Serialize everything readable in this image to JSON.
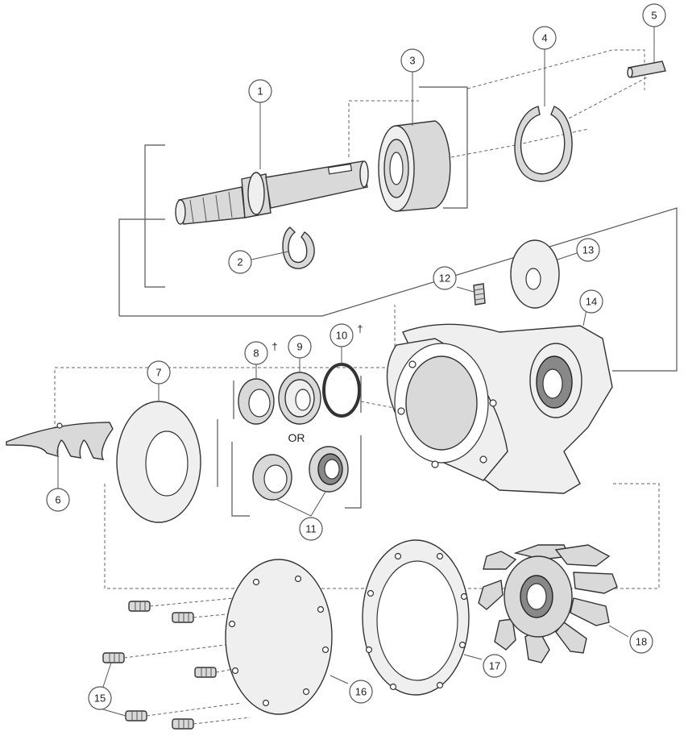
{
  "callouts": [
    {
      "id": "1",
      "label": "1"
    },
    {
      "id": "2",
      "label": "2"
    },
    {
      "id": "3",
      "label": "3"
    },
    {
      "id": "4",
      "label": "4"
    },
    {
      "id": "5",
      "label": "5"
    },
    {
      "id": "6",
      "label": "6"
    },
    {
      "id": "7",
      "label": "7"
    },
    {
      "id": "8",
      "label": "8",
      "mark": "†"
    },
    {
      "id": "9",
      "label": "9"
    },
    {
      "id": "10",
      "label": "10",
      "mark": "†"
    },
    {
      "id": "11",
      "label": "11"
    },
    {
      "id": "12",
      "label": "12"
    },
    {
      "id": "13",
      "label": "13"
    },
    {
      "id": "14",
      "label": "14"
    },
    {
      "id": "15",
      "label": "15"
    },
    {
      "id": "16",
      "label": "16"
    },
    {
      "id": "17",
      "label": "17"
    },
    {
      "id": "18",
      "label": "18"
    }
  ],
  "or_label": "OR",
  "colors": {
    "line": "#333333",
    "fill": "#d9d9d9",
    "background": "#ffffff"
  }
}
